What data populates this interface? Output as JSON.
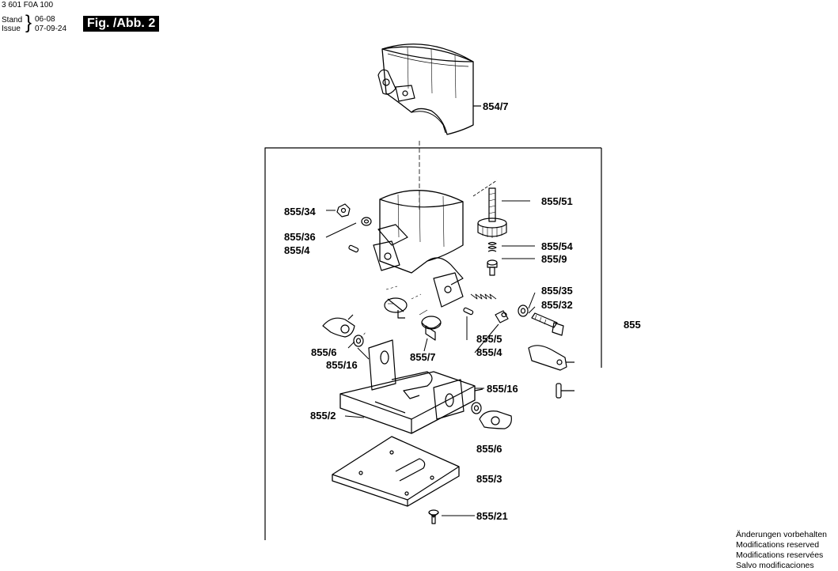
{
  "header": {
    "doc_number": "3 601 F0A 100",
    "stand_label": "Stand",
    "issue_label": "Issue",
    "stand_date": "06-08",
    "issue_date": "07-09-24",
    "figure_title": "Fig. /Abb. 2"
  },
  "parts": {
    "p854_7": "854/7",
    "p855_34": "855/34",
    "p855_36": "855/36",
    "p855_4_top": "855/4",
    "p855_51": "855/51",
    "p855_54": "855/54",
    "p855_9": "855/9",
    "p855_35": "855/35",
    "p855_32": "855/32",
    "p855": "855",
    "p855_6_left": "855/6",
    "p855_16_left": "855/16",
    "p855_7": "855/7",
    "p855_5": "855/5",
    "p855_4_mid": "855/4",
    "p855_16_right": "855/16",
    "p855_2": "855/2",
    "p855_6_right": "855/6",
    "p855_3": "855/3",
    "p855_21": "855/21"
  },
  "footer": {
    "de": "Änderungen vorbehalten",
    "en": "Modifications reserved",
    "fr": "Modifications reservées",
    "es": "Salvo modificaciones"
  }
}
